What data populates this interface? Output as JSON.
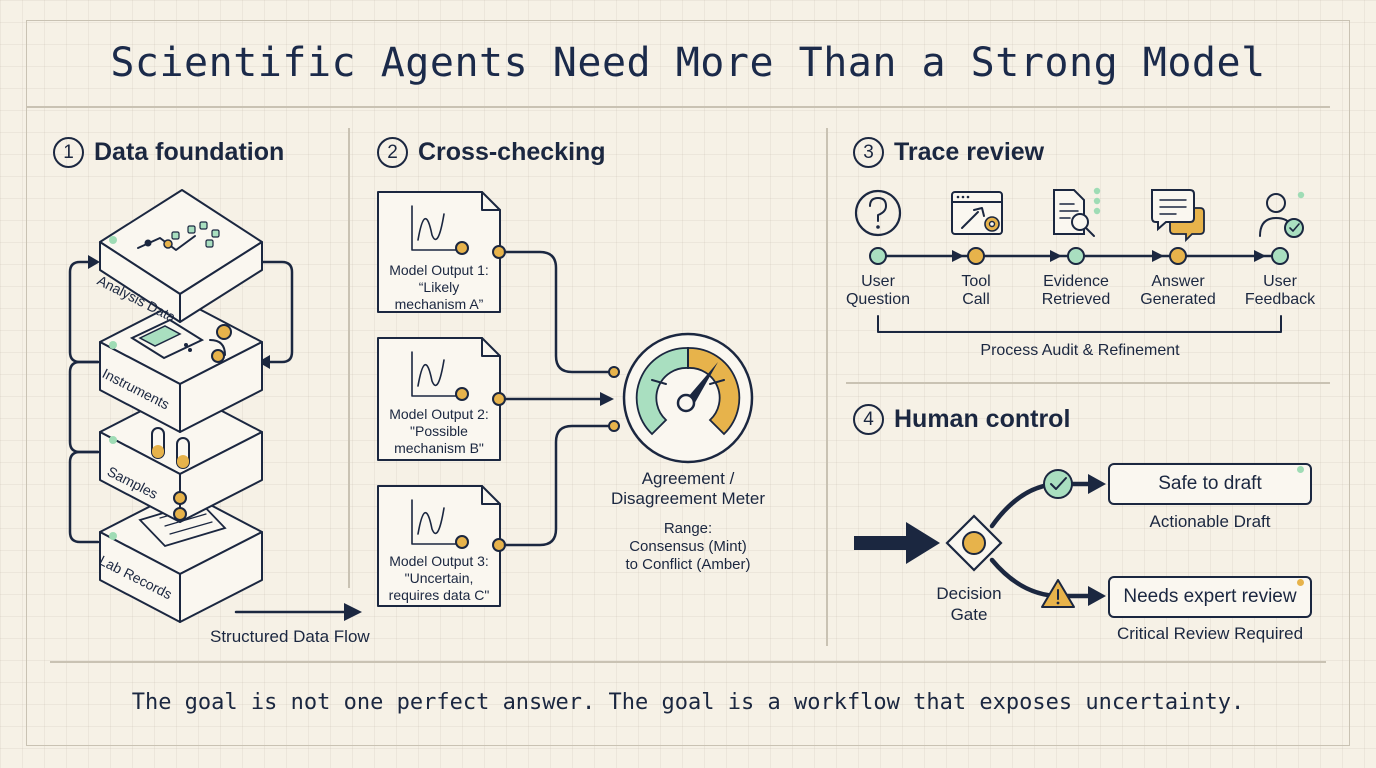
{
  "title": "Scientific Agents Need More Than a Strong Model",
  "footer": "The goal is not one perfect answer. The goal is a workflow that exposes uncertainty.",
  "colors": {
    "navy": "#1b2740",
    "mint": "#a9dfc0",
    "amber": "#e7b34b",
    "paper": "#f6f1e6"
  },
  "sections": {
    "data_foundation": {
      "number": "1",
      "title": "Data foundation",
      "layers": [
        "Analysis Data",
        "Instruments",
        "Samples",
        "Lab Records"
      ],
      "flow_label": "Structured Data Flow"
    },
    "cross_checking": {
      "number": "2",
      "title": "Cross-checking",
      "outputs": [
        {
          "line1": "Model Output 1:",
          "line2": "“Likely",
          "line3": "mechanism A”"
        },
        {
          "line1": "Model Output 2:",
          "line2": "\"Possible",
          "line3": "mechanism B\""
        },
        {
          "line1": "Model Output 3:",
          "line2": "\"Uncertain,",
          "line3": "requires data C\""
        }
      ],
      "meter": {
        "label_line1": "Agreement /",
        "label_line2": "Disagreement Meter",
        "range_line1": "Range:",
        "range_line2": "Consensus (Mint)",
        "range_line3": "to Conflict (Amber)"
      }
    },
    "trace_review": {
      "number": "3",
      "title": "Trace review",
      "steps": [
        {
          "line1": "User",
          "line2": "Question",
          "icon": "question-icon"
        },
        {
          "line1": "Tool",
          "line2": "Call",
          "icon": "tool-settings-icon"
        },
        {
          "line1": "Evidence",
          "line2": "Retrieved",
          "icon": "document-search-icon"
        },
        {
          "line1": "Answer",
          "line2": "Generated",
          "icon": "chat-bubbles-icon"
        },
        {
          "line1": "User",
          "line2": "Feedback",
          "icon": "user-check-icon"
        }
      ],
      "bracket_label": "Process Audit & Refinement"
    },
    "human_control": {
      "number": "4",
      "title": "Human control",
      "gate_line1": "Decision",
      "gate_line2": "Gate",
      "safe_box": "Safe to draft",
      "safe_caption": "Actionable Draft",
      "review_box": "Needs expert review",
      "review_caption": "Critical Review Required"
    }
  }
}
